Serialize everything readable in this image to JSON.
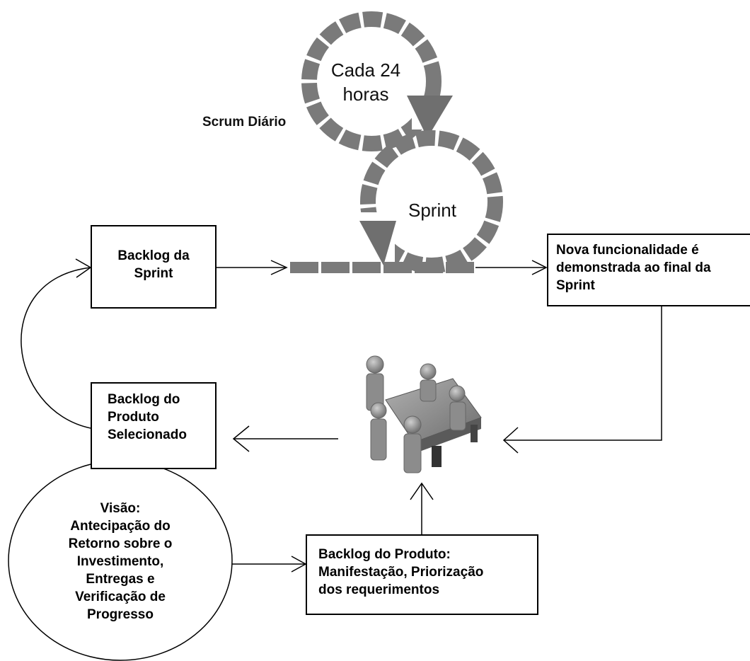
{
  "loop": {
    "daily_scrum_label": "Scrum Diário",
    "daily_cycle_label_line1": "Cada 24",
    "daily_cycle_label_line2": "horas",
    "sprint_label": "Sprint"
  },
  "nodes": {
    "sprint_backlog": "Backlog da\nSprint",
    "selected_product_backlog": "Backlog do\nProduto\nSelecionado",
    "new_functionality": "Nova funcionalidade é\ndemonstrada ao final da\nSprint",
    "vision": "Visão:\nAntecipação do\nRetorno sobre o\nInvestimento,\nEntregas e\nVerificação de\nProgresso",
    "product_backlog": "Backlog do Produto:\nManifestação, Priorização\ndos requerimentos"
  },
  "icons": {
    "meeting": "meeting-table-icon"
  },
  "colors": {
    "loop_fill": "#7a7a7a",
    "loop_gap": "#ffffff",
    "line": "#000000",
    "figure": "#8c8c8c"
  }
}
